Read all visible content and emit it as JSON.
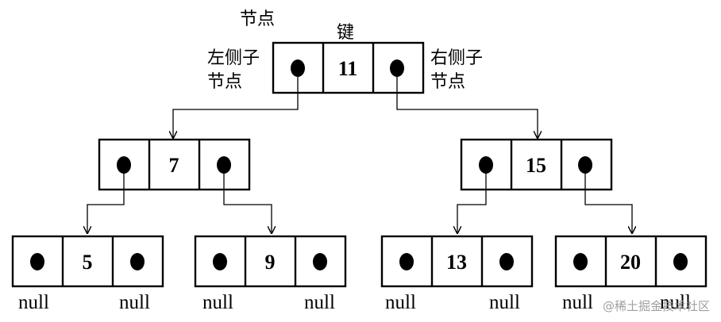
{
  "labels": {
    "node": "节点",
    "key": "键",
    "left_child_line1": "左侧子",
    "left_child_line2": "节点",
    "right_child_line1": "右侧子",
    "right_child_line2": "节点"
  },
  "nodes": [
    {
      "id": "root",
      "key": "11"
    },
    {
      "id": "n7",
      "key": "7"
    },
    {
      "id": "n15",
      "key": "15"
    },
    {
      "id": "n5",
      "key": "5"
    },
    {
      "id": "n9",
      "key": "9"
    },
    {
      "id": "n13",
      "key": "13"
    },
    {
      "id": "n20",
      "key": "20"
    }
  ],
  "null_labels": [
    "null",
    "null",
    "null",
    "null",
    "null",
    "null",
    "null",
    "null"
  ],
  "watermark": "@稀土掘金技术社区",
  "colors": {
    "stroke": "#000000",
    "background": "#ffffff",
    "watermark": "#8e8e8e"
  }
}
